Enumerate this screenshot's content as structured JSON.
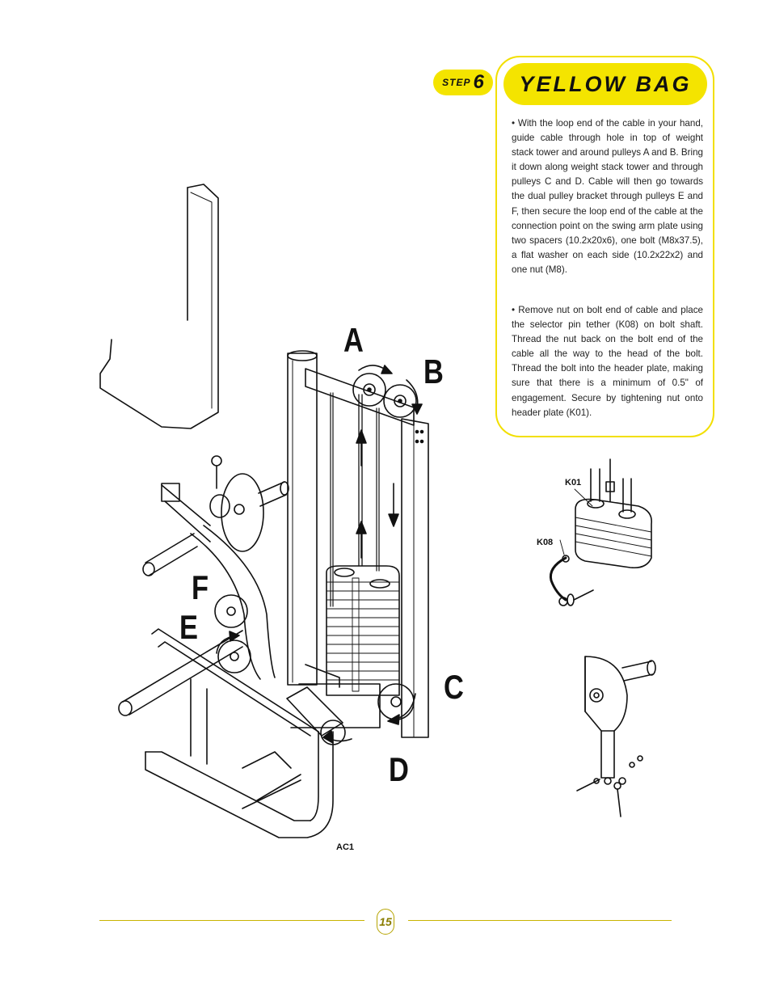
{
  "step": {
    "word": "STEP",
    "number": "6"
  },
  "title": "YELLOW BAG",
  "paragraphs": [
    "• With the loop end of the cable in your hand, guide cable through hole in top of weight stack tower and around pulleys A and B. Bring it down along weight stack tower and through pulleys C and D. Cable will then go towards the dual pulley bracket through pulleys E and F, then secure the loop end of the cable at the connection point on the swing arm plate using two spacers (10.2x20x6), one bolt (M8x37.5), a flat washer on each side (10.2x22x2) and one nut (M8).",
    "• Remove nut on bolt end of cable and place the selector pin tether (K08) on bolt shaft. Thread the nut back on the bolt end of the cable all the way to the head of the bolt. Thread the bolt into the header plate, making sure that there is a minimum of 0.5\" of engagement. Secure by tightening nut onto header plate (K01)."
  ],
  "labels": {
    "a": "A",
    "b": "B",
    "c": "C",
    "d": "D",
    "e": "E",
    "f": "F",
    "k01": "K01",
    "k08": "K08",
    "ac1": "AC1"
  },
  "page_number": "15",
  "colors": {
    "accent": "#f4e400",
    "border": "#f2df00",
    "line": "#c9b400"
  }
}
